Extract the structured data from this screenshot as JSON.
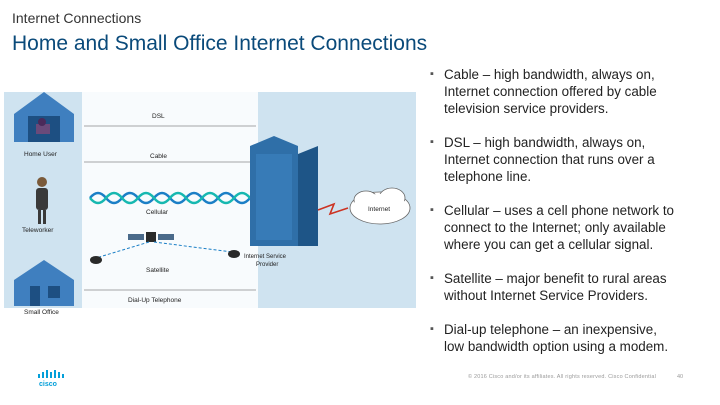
{
  "header": {
    "section_label": "Internet Connections",
    "title": "Home and Small Office Internet Connections"
  },
  "diagram": {
    "labels": {
      "home_user": "Home User",
      "teleworker": "Teleworker",
      "small_office": "Small Office",
      "dsl": "DSL",
      "cable": "Cable",
      "cellular": "Cellular",
      "satellite": "Satellite",
      "dialup": "Dial-Up Telephone",
      "isp_line1": "Internet Service",
      "isp_line2": "Provider",
      "internet": "Internet"
    },
    "colors": {
      "band_bg": "#cfe3f0",
      "house": "#3f7fbf",
      "building": "#2f6fa8",
      "wave_blue": "#1b7fc6",
      "wave_teal": "#17b8b0",
      "cloud": "#ffffff"
    }
  },
  "bullets": [
    {
      "lines": [
        "Cable – high bandwidth, always on,",
        "Internet connection offered by cable",
        "television service providers."
      ]
    },
    {
      "lines": [
        "DSL – high bandwidth, always on,",
        "Internet connection that runs over a",
        "telephone line."
      ]
    },
    {
      "lines": [
        "Cellular – uses a cell phone network to",
        "connect to the Internet; only available",
        "where you can get a cellular signal."
      ]
    },
    {
      "lines": [
        "Satellite – major benefit to rural areas",
        "without Internet Service Providers."
      ]
    },
    {
      "lines": [
        "Dial-up telephone – an inexpensive,",
        "low bandwidth option using a modem."
      ]
    }
  ],
  "bullet_marker": "▪",
  "footer": {
    "logo_text": "cisco",
    "copyright": "© 2016  Cisco and/or its affiliates. All rights reserved.   Cisco Confidential",
    "page_number": "40"
  }
}
